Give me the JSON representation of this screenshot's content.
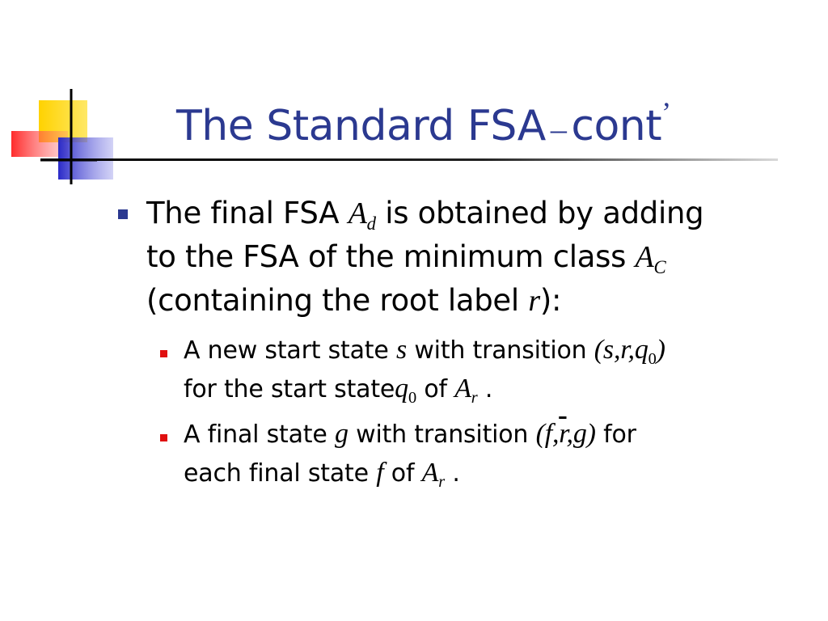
{
  "slide": {
    "title_main": "The Standard FSA",
    "title_dash": "–",
    "title_end": "cont",
    "title_apos": "’"
  },
  "bullets": [
    {
      "line1_a": "The final FSA",
      "math_ad": "A",
      "math_ad_sub": "d",
      "line1_b": "is obtained by adding",
      "line2_a": "to the FSA of the minimum class",
      "math_ac": "A",
      "math_ac_sub": "C",
      "line3_a": "(containing the root label",
      "math_r": "r",
      "line3_b": "):"
    }
  ],
  "subbullets": [
    {
      "line1_a": "A new start state",
      "math_s": "s",
      "line1_b": "with transition",
      "tuple": "(s,r,q",
      "tuple_sub": "0",
      "tuple_close": ")",
      "line2_a": "for the start state",
      "math_q": "q",
      "math_q_sub": "0",
      "line2_b": "of",
      "math_ar": "A",
      "math_ar_sub": "r",
      "line2_c": "."
    },
    {
      "line1_a": "A final state",
      "math_g": "g",
      "line1_b": "with transition",
      "tuple_open": "(f,",
      "tuple_rbar": "r",
      "tuple_close": ",g)",
      "line1_c": "for",
      "line2_a": "each final state",
      "math_f": "f",
      "line2_b": "of",
      "math_ar": "A",
      "math_ar_sub": "r",
      "line2_c": "."
    }
  ],
  "colors": {
    "title": "#2b3990",
    "bullet_level1": "#2b3990",
    "bullet_level2": "#e01010",
    "deco_yellow": "#ffd200",
    "deco_blue": "#3333cc",
    "deco_red": "#ff4040"
  }
}
